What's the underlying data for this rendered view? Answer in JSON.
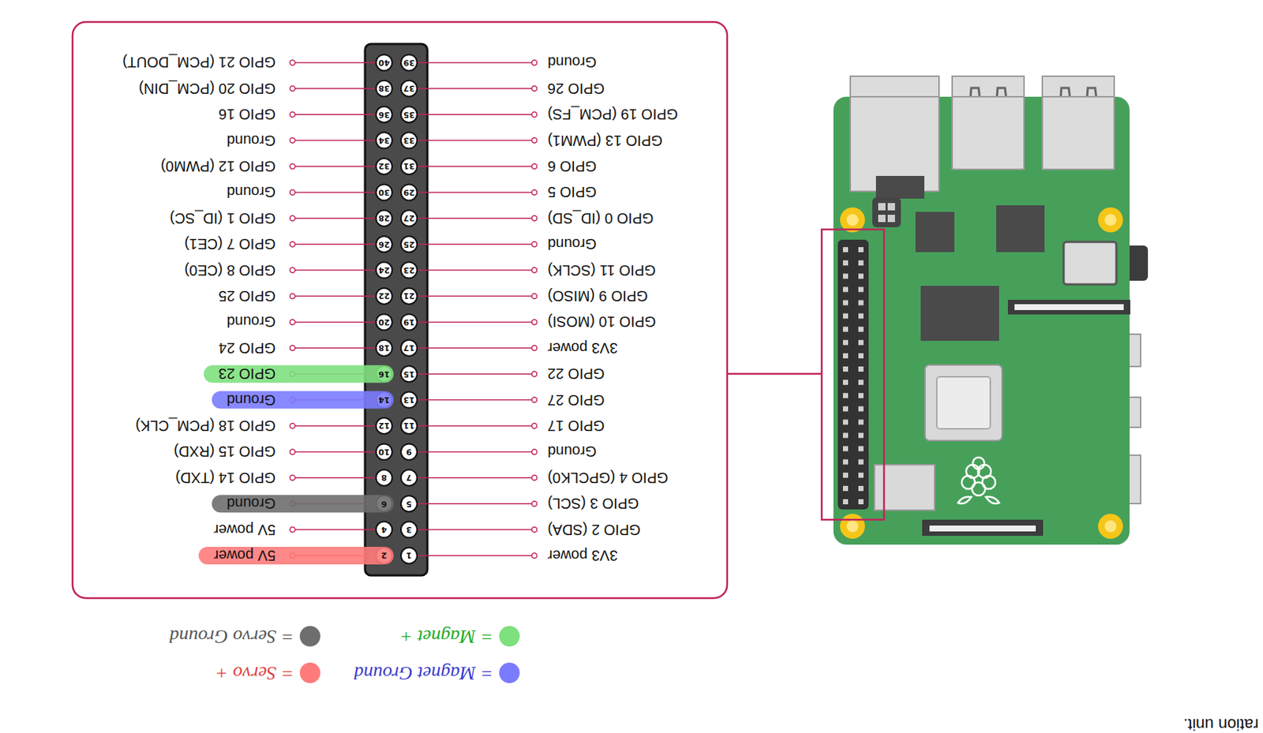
{
  "diagram": {
    "labels": [
      "ration unit.",
      "1",
      "3V3 power",
      "2",
      "5V power",
      "3",
      "GPIO 2 (SDA)",
      "4",
      "5V power",
      "5",
      "GPIO 3 (SCL)",
      "6",
      "Ground",
      "7",
      "GPIO 4 (GPCLK0)",
      "8",
      "GPIO 14 (TXD)",
      "9",
      "Ground",
      "10",
      "GPIO 15 (RXD)",
      "11",
      "GPIO 17",
      "12",
      "GPIO 18 (PCM_CLK)",
      "13",
      "GPIO 27",
      "14",
      "Ground",
      "15",
      "GPIO 22",
      "16",
      "GPIO 23",
      "17",
      "3V3 power",
      "18",
      "GPIO 24",
      "19",
      "GPIO 10 (MOSI)",
      "20",
      "Ground",
      "21",
      "GPIO 9 (MISO)",
      "22",
      "GPIO 25",
      "23",
      "GPIO 11 (SCLK)",
      "24",
      "GPIO 8 (CE0)",
      "25",
      "Ground",
      "26",
      "GPIO 7 (CE1)",
      "27",
      "GPIO 0 (ID_SD)",
      "28",
      "GPIO 1 (ID_SC)",
      "29",
      "GPIO 5",
      "30",
      "Ground",
      "31",
      "GPIO 6",
      "32",
      "GPIO 12 (PWM0)",
      "33",
      "GPIO 13 (PWM1)",
      "34",
      "Ground",
      "35",
      "GPIO 19 (PCM_FS)",
      "36",
      "GPIO 16",
      "37",
      "GPIO 26",
      "38",
      "GPIO 20 (PCM_DIN)",
      "39",
      "Ground",
      "40",
      "GPIO 21 (PCM_DOUT)"
    ],
    "legend": [
      {
        "text": "= Magnet Ground",
        "color": "#7b7bff"
      },
      {
        "text": "= Servo +",
        "color": "#ff7b7b"
      },
      {
        "text": "= Magnet +",
        "color": "#7ee07e"
      },
      {
        "text": "= Servo Ground",
        "color": "#6e6e6e"
      }
    ]
  }
}
